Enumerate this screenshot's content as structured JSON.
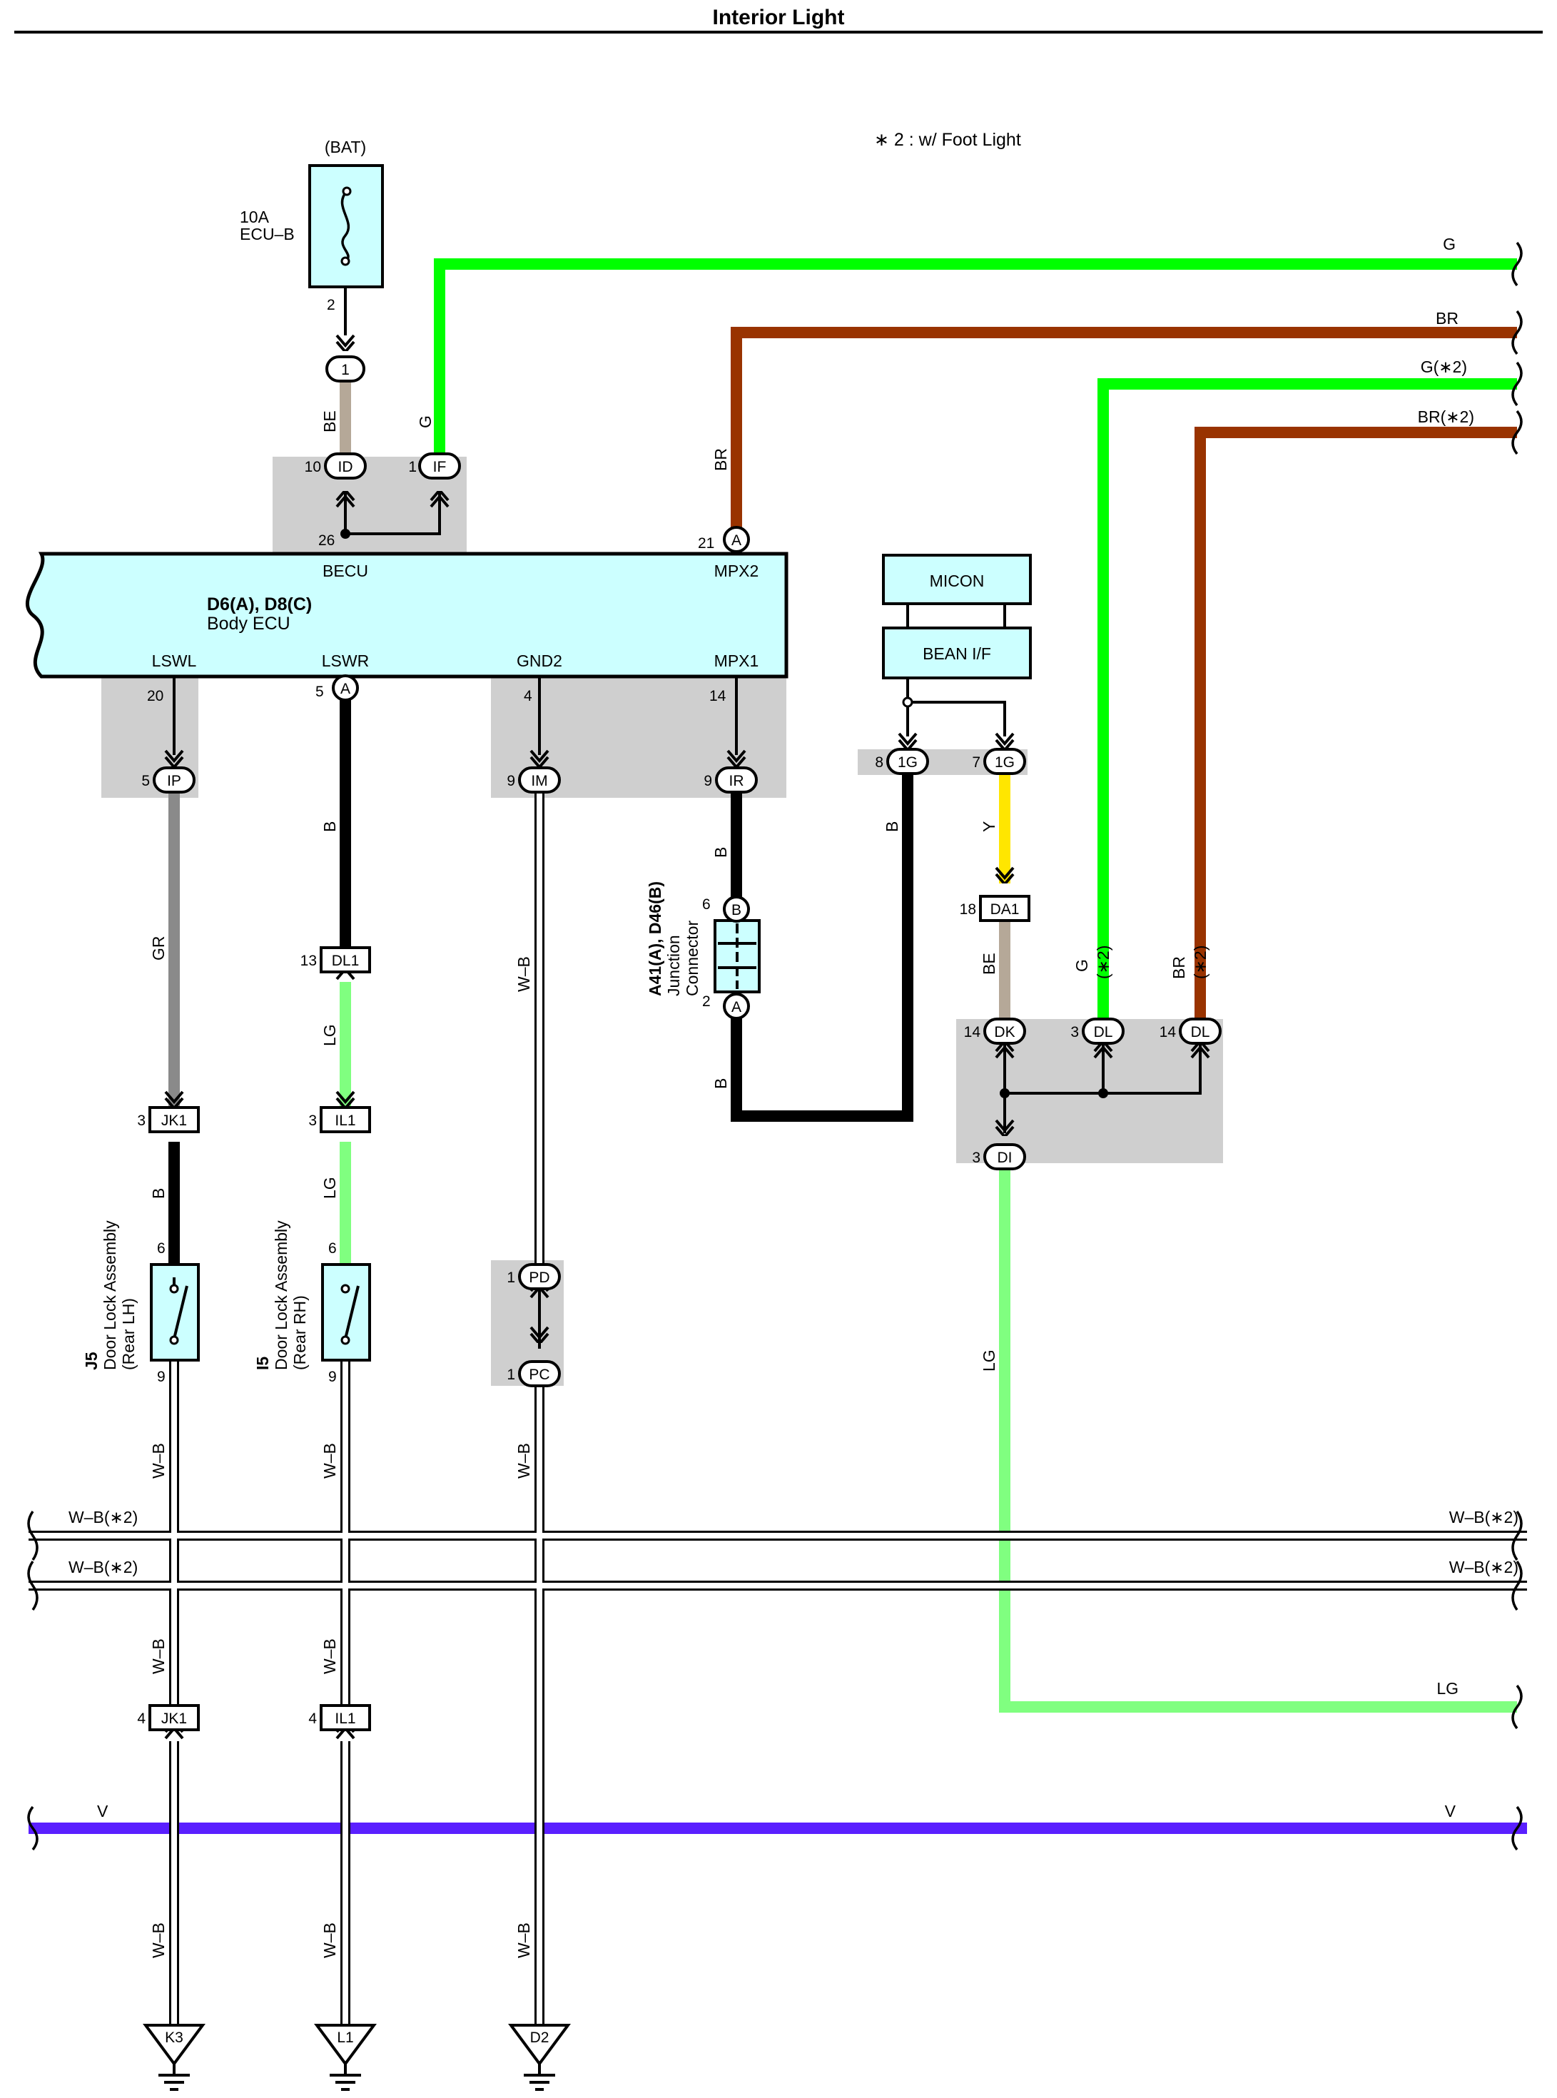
{
  "title": "Interior Light",
  "note": "∗ 2 : w/ Foot Light",
  "fuse": {
    "source": "(BAT)",
    "rating": "10A",
    "name": "ECU–B",
    "pin": "2"
  },
  "ecu": {
    "id": "D6(A), D8(C)",
    "name": "Body ECU",
    "terminals": {
      "becu": "BECU",
      "mpx2": "MPX2",
      "lswl": "LSWL",
      "lswr": "LSWR",
      "gnd2": "GND2",
      "mpx1": "MPX1"
    },
    "pins": {
      "becu": "26",
      "mpx2": "21",
      "lswl": "20",
      "lswr": "5",
      "gnd2": "4",
      "mpx1": "14"
    }
  },
  "micon": "MICON",
  "bean": "BEAN I/F",
  "junction": {
    "id": "A41(A), D46(B)",
    "line1": "Junction",
    "line2": "Connector",
    "pin_top": "6",
    "pin_bottom": "2"
  },
  "lh": {
    "id": "J5",
    "line1": "Door Lock Assembly",
    "line2": "(Rear LH)",
    "pin_top": "6",
    "pin_bottom": "9"
  },
  "rh": {
    "id": "I5",
    "line1": "Door Lock Assembly",
    "line2": "(Rear RH)",
    "pin_top": "6",
    "pin_bottom": "9"
  },
  "connectors": {
    "c1": "1",
    "id": "ID",
    "id_pin": "10",
    "if": "IF",
    "if_pin": "1",
    "a_mpx2": "A",
    "a_lswr": "A",
    "ip": "IP",
    "ip_pin": "5",
    "im": "IM",
    "im_pin": "9",
    "ir": "IR",
    "ir_pin": "9",
    "g1": "1G",
    "g1_pin": "8",
    "g2": "1G",
    "g2_pin": "7",
    "b_jc": "B",
    "a_jc": "A",
    "da1": "DA1",
    "da1_pin": "18",
    "dk": "DK",
    "dk_pin": "14",
    "dl1": "DL",
    "dl1_pin": "3",
    "dl2": "DL",
    "dl2_pin": "14",
    "di": "DI",
    "di_pin": "3",
    "dl1c": "DL1",
    "dl1c_pin": "13",
    "jk1a": "JK1",
    "jk1a_pin": "3",
    "il1a": "IL1",
    "il1a_pin": "3",
    "pd": "PD",
    "pd_pin": "1",
    "pc": "PC",
    "pc_pin": "1",
    "jk1b": "JK1",
    "jk1b_pin": "4",
    "il1b": "IL1",
    "il1b_pin": "4"
  },
  "grounds": {
    "k3": "K3",
    "l1": "L1",
    "d2": "D2"
  },
  "wires": {
    "g": "G",
    "br": "BR",
    "g2": "G(∗2)",
    "br2": "BR(∗2)",
    "be": "BE",
    "g_short": "G",
    "br_short": "BR",
    "gr": "GR",
    "b": "B",
    "wb": "W–B",
    "y": "Y",
    "lg": "LG",
    "g_v": "G",
    "br_v": "BR",
    "star2": "(∗2)",
    "wb2": "W–B(∗2)",
    "v": "V"
  },
  "colors": {
    "green": "#00ff00",
    "brown": "#993300",
    "black": "#000000",
    "gray": "#8a8a8a",
    "beige": "#b5a898",
    "lightgreen": "#80ff80",
    "yellow": "#ffe600",
    "violet": "#5a1fff",
    "cyan": "#ccffff",
    "shade": "#cfcfcf"
  }
}
